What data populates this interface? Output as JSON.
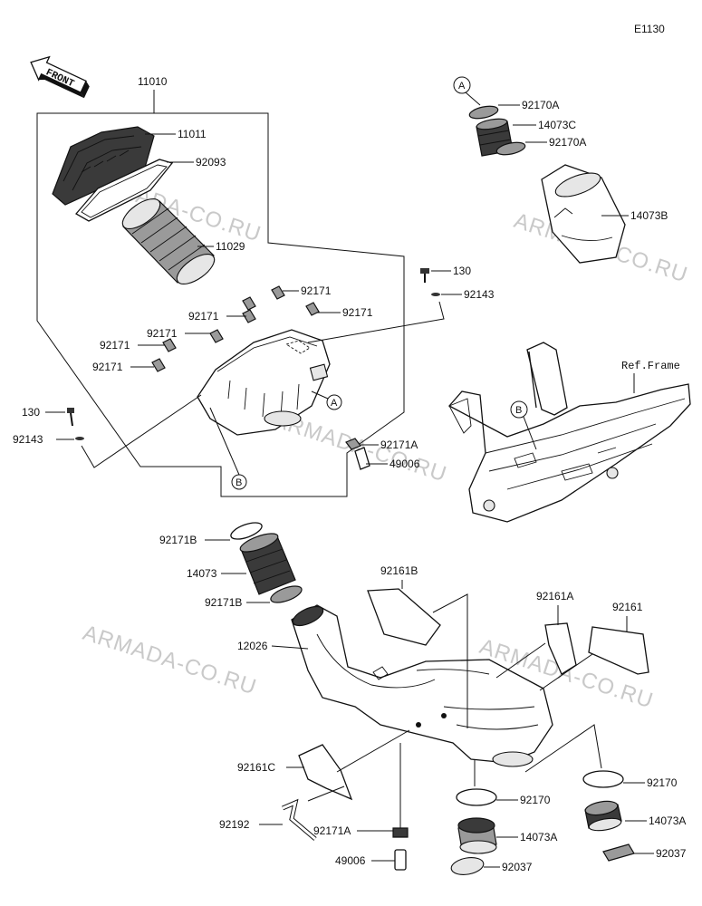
{
  "diagram_code": "E1130",
  "front_label": "FRONT",
  "ref_frame_label": "Ref.Frame",
  "watermark": "ARMADA-CO.RU",
  "refs": {
    "a": "A",
    "b": "B"
  },
  "parts": {
    "p11010": "11010",
    "p11011": "11011",
    "p92093": "92093",
    "p11029": "11029",
    "p130_top": "130",
    "p92143_top": "92143",
    "p92171_a": "92171",
    "p92171_b": "92171",
    "p92171_c": "92171",
    "p92171_d": "92171",
    "p92171_e": "92171",
    "p92171_f": "92171",
    "p130_left": "130",
    "p92143_left": "92143",
    "p92171A_top": "92171A",
    "p49006_top": "49006",
    "p92170A_1": "92170A",
    "p14073C": "14073C",
    "p92170A_2": "92170A",
    "p14073B": "14073B",
    "p92171B_1": "92171B",
    "p14073": "14073",
    "p92171B_2": "92171B",
    "p12026": "12026",
    "p92161B": "92161B",
    "p92161A": "92161A",
    "p92161": "92161",
    "p92161C": "92161C",
    "p92192": "92192",
    "p92171A_bot": "92171A",
    "p49006_bot": "49006",
    "p92170_1": "92170",
    "p14073A_1": "14073A",
    "p92037_1": "92037",
    "p92170_2": "92170",
    "p14073A_2": "14073A",
    "p92037_2": "92037"
  }
}
